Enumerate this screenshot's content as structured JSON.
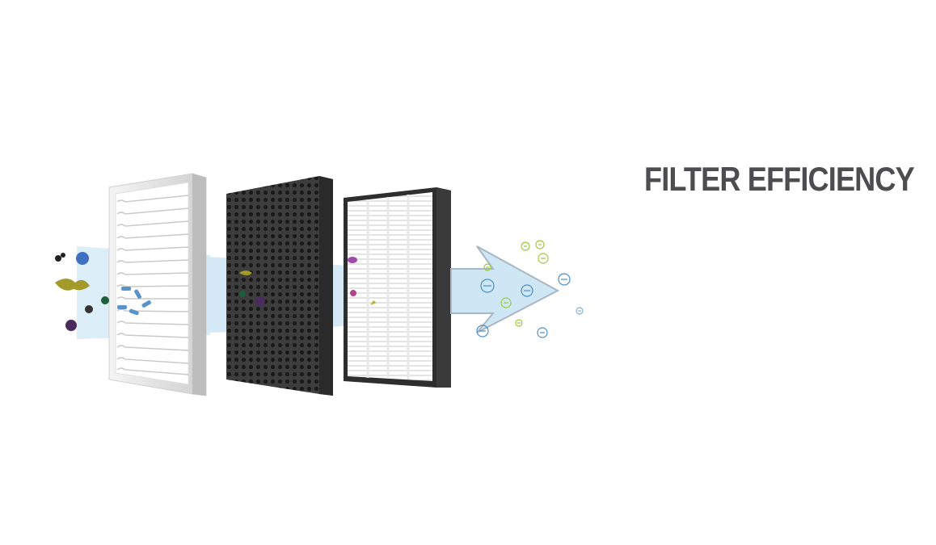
{
  "heading": {
    "text": "FILTER EFFICIENCY",
    "color": "#4d4d4f"
  },
  "colors": {
    "airflow_fill": "#cfe6f5",
    "airflow_stroke": "#9fb0c0",
    "pre_filter_frame": "#e6e6e6",
    "carbon_filter": "#3a3a3a",
    "hepa_frame": "#2e2e2e",
    "ion_blue": "#4a90c8",
    "ion_green": "#9ccc3c"
  },
  "diagram": {
    "filters": [
      {
        "name": "pre-filter",
        "icon": "pleated-mesh"
      },
      {
        "name": "activated-carbon-filter",
        "icon": "honeycomb"
      },
      {
        "name": "hepa-filter",
        "icon": "pleated-media"
      }
    ],
    "pollutants": [
      "dust-particle",
      "pollen",
      "bacteria",
      "mold",
      "virus",
      "dust-mite"
    ],
    "output": {
      "icon": "negative-ion",
      "symbol": "−"
    }
  }
}
